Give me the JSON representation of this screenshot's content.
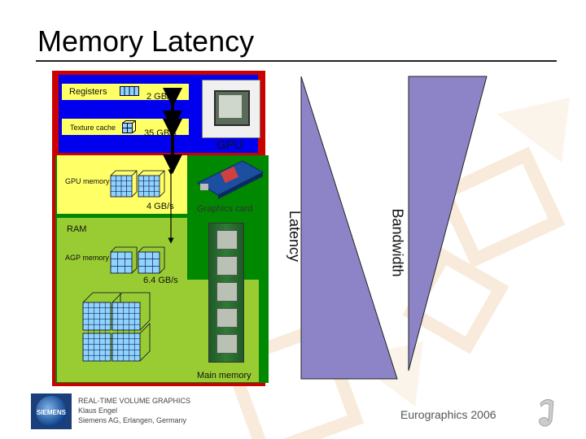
{
  "slide": {
    "title": "Memory Latency",
    "labels": {
      "registers": "Registers",
      "texture_cache": "Texture cache",
      "gpu": "GPU",
      "gpu_memory": "GPU memory",
      "graphics_card": "Graphics card",
      "ram": "RAM",
      "agp_memory": "AGP memory",
      "main_memory": "Main memory",
      "latency": "Latency",
      "bandwidth": "Bandwidth"
    },
    "bandwidths": {
      "registers": "2 GB/s",
      "texture_cache": "35 GB/s",
      "gpu_memory": "4 GB/s",
      "ram": "6.4 GB/s"
    }
  },
  "footer": {
    "line1": "REAL-TIME VOLUME GRAPHICS",
    "line2": "Klaus Engel",
    "line3": "Siemens AG, Erlangen, Germany",
    "conference": "Eurographics 2006",
    "logo_text": "SIEMENS"
  },
  "colors": {
    "main_memory_bg": "#cc0000",
    "graphics_card_green": "#008800",
    "gpu_blue": "#0000ee",
    "yellow": "#ffff66",
    "lime": "#99cc33",
    "triangle": "#8c84c6"
  }
}
